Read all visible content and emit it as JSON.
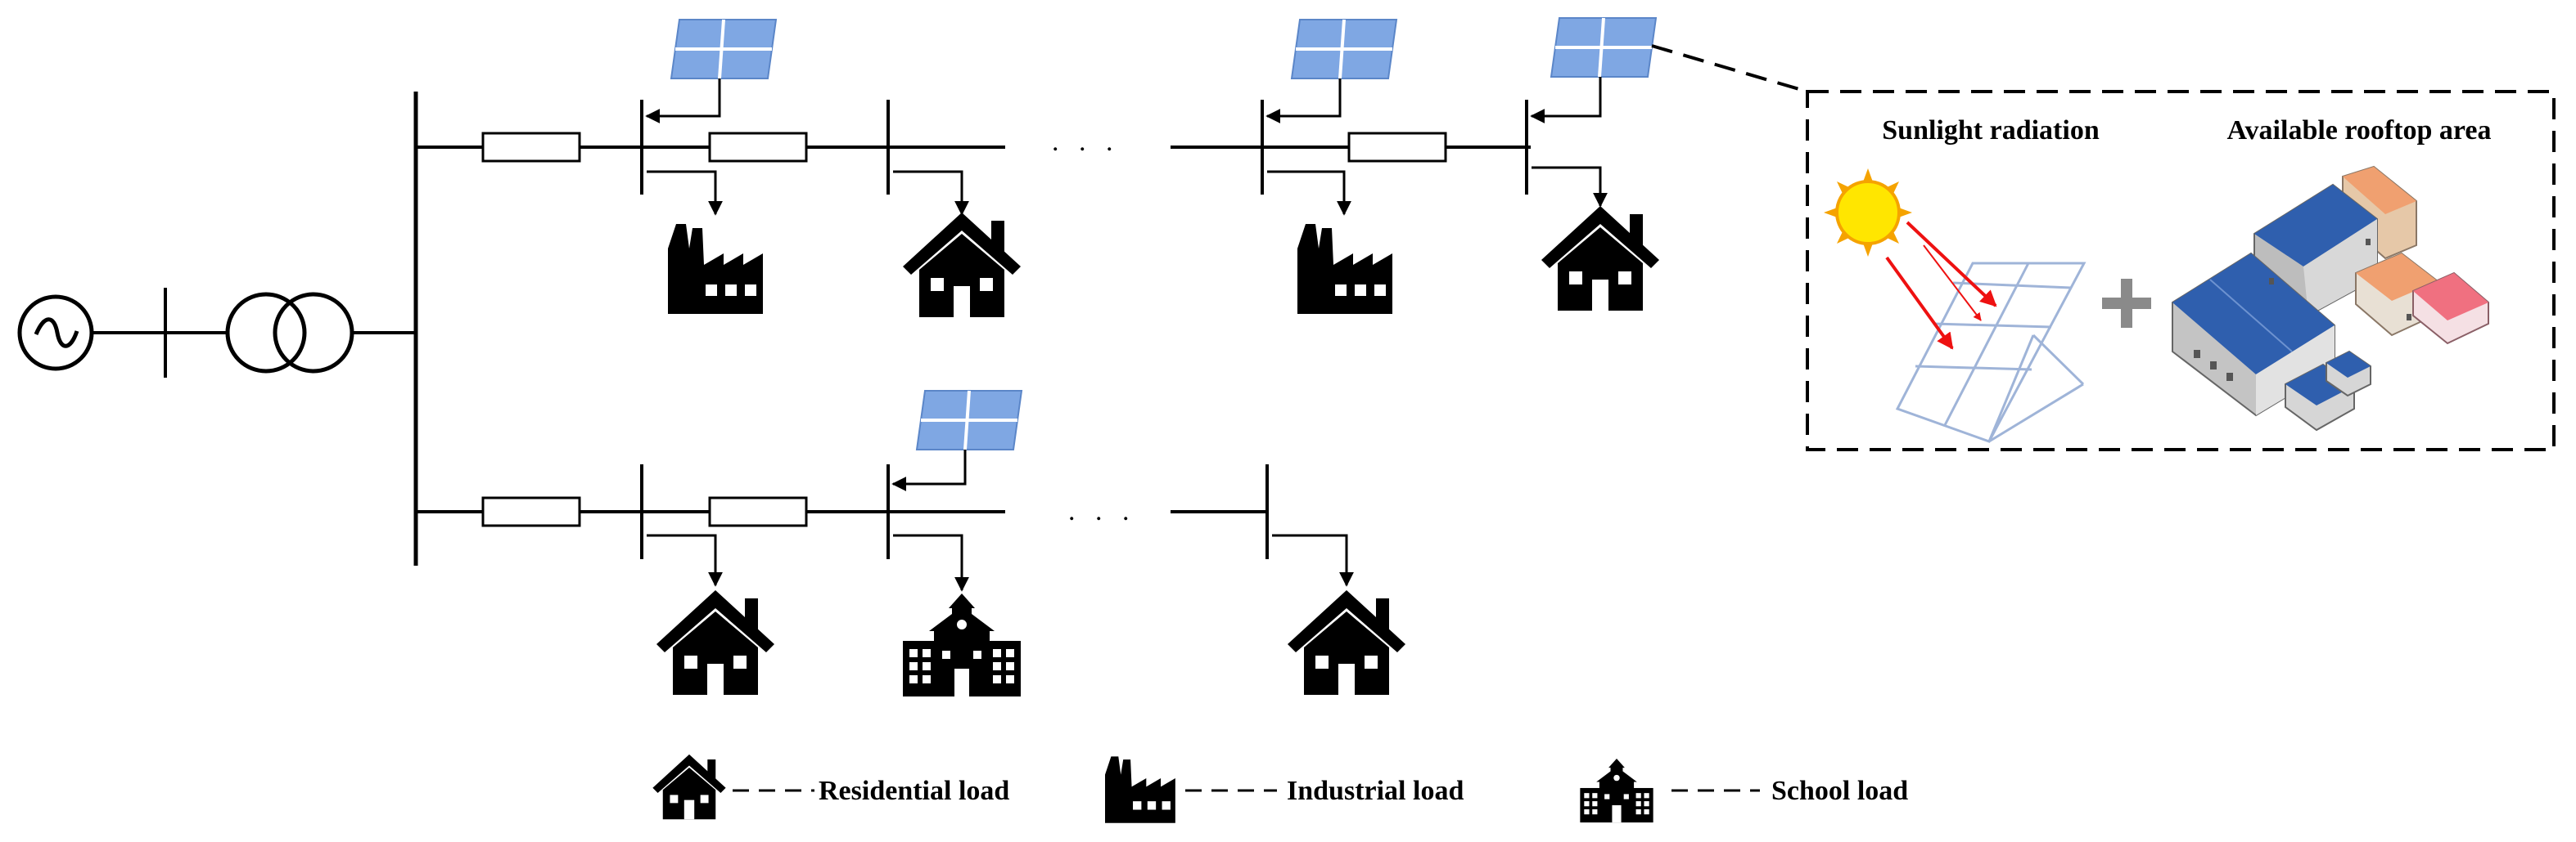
{
  "callout": {
    "sunlight_label": "Sunlight radiation",
    "rooftop_label": "Available rooftop area",
    "plus_symbol": "+"
  },
  "feeders": {
    "ellipsis": ". . ."
  },
  "legend": {
    "residential": "Residential load",
    "industrial": "Industrial  load",
    "school": "School load"
  },
  "colors": {
    "pv_panel": "#7fa7e3",
    "pv_grid": "#ffffff",
    "sun_body": "#ffe600",
    "sun_rays": "#f5a300",
    "radiation_arrow": "#ee1111",
    "panel_frame": "#9fb4d8",
    "roof_blue": "#2f5fae",
    "roof_orange": "#f0a070",
    "roof_pink": "#f07080",
    "plus_gray": "#8a8a8a"
  },
  "icons": {
    "source": "ac-source-icon",
    "transformer": "transformer-icon",
    "pv": "solar-panel-icon",
    "house": "house-icon",
    "factory": "factory-icon",
    "school": "school-icon",
    "sun": "sun-icon",
    "buildings": "buildings-icon"
  }
}
